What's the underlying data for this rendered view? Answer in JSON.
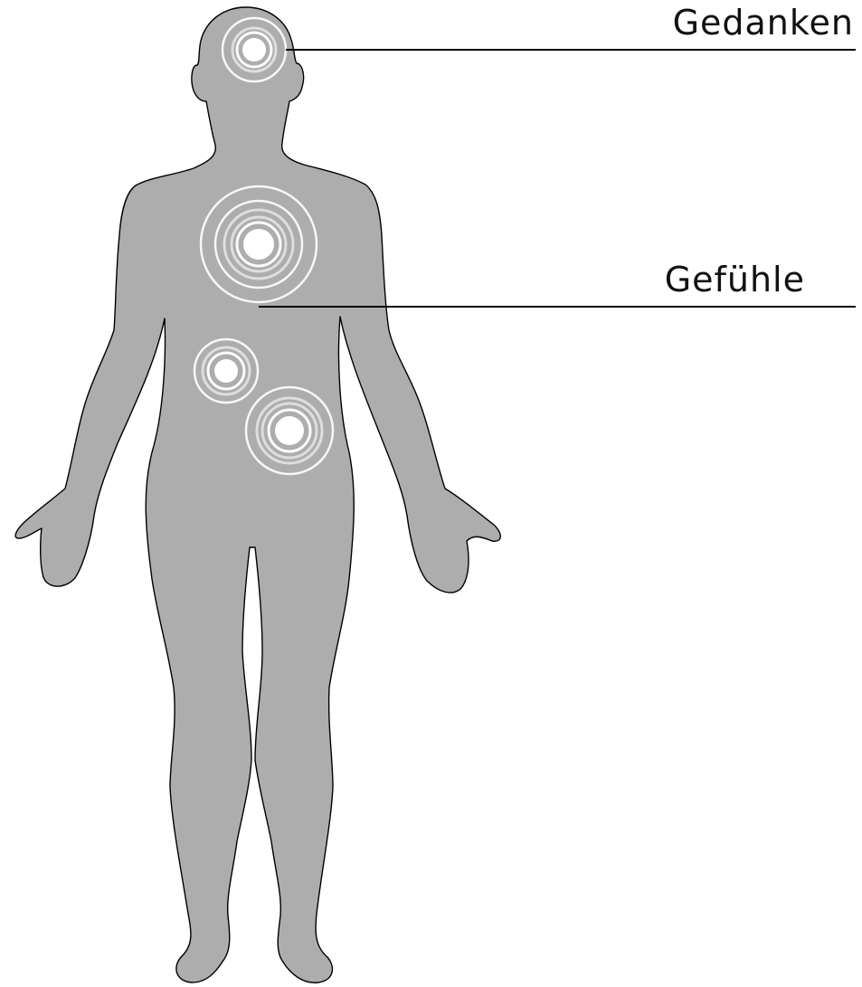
{
  "labels": {
    "thoughts": "Gedanken",
    "feelings": "Gefühle"
  },
  "colors": {
    "silhouette_fill": "#adadad",
    "silhouette_outline": "#000000",
    "ring_color": "#ffffff",
    "background": "#ffffff"
  },
  "hotspots": [
    "head",
    "chest",
    "abdomen-left",
    "abdomen-right"
  ]
}
